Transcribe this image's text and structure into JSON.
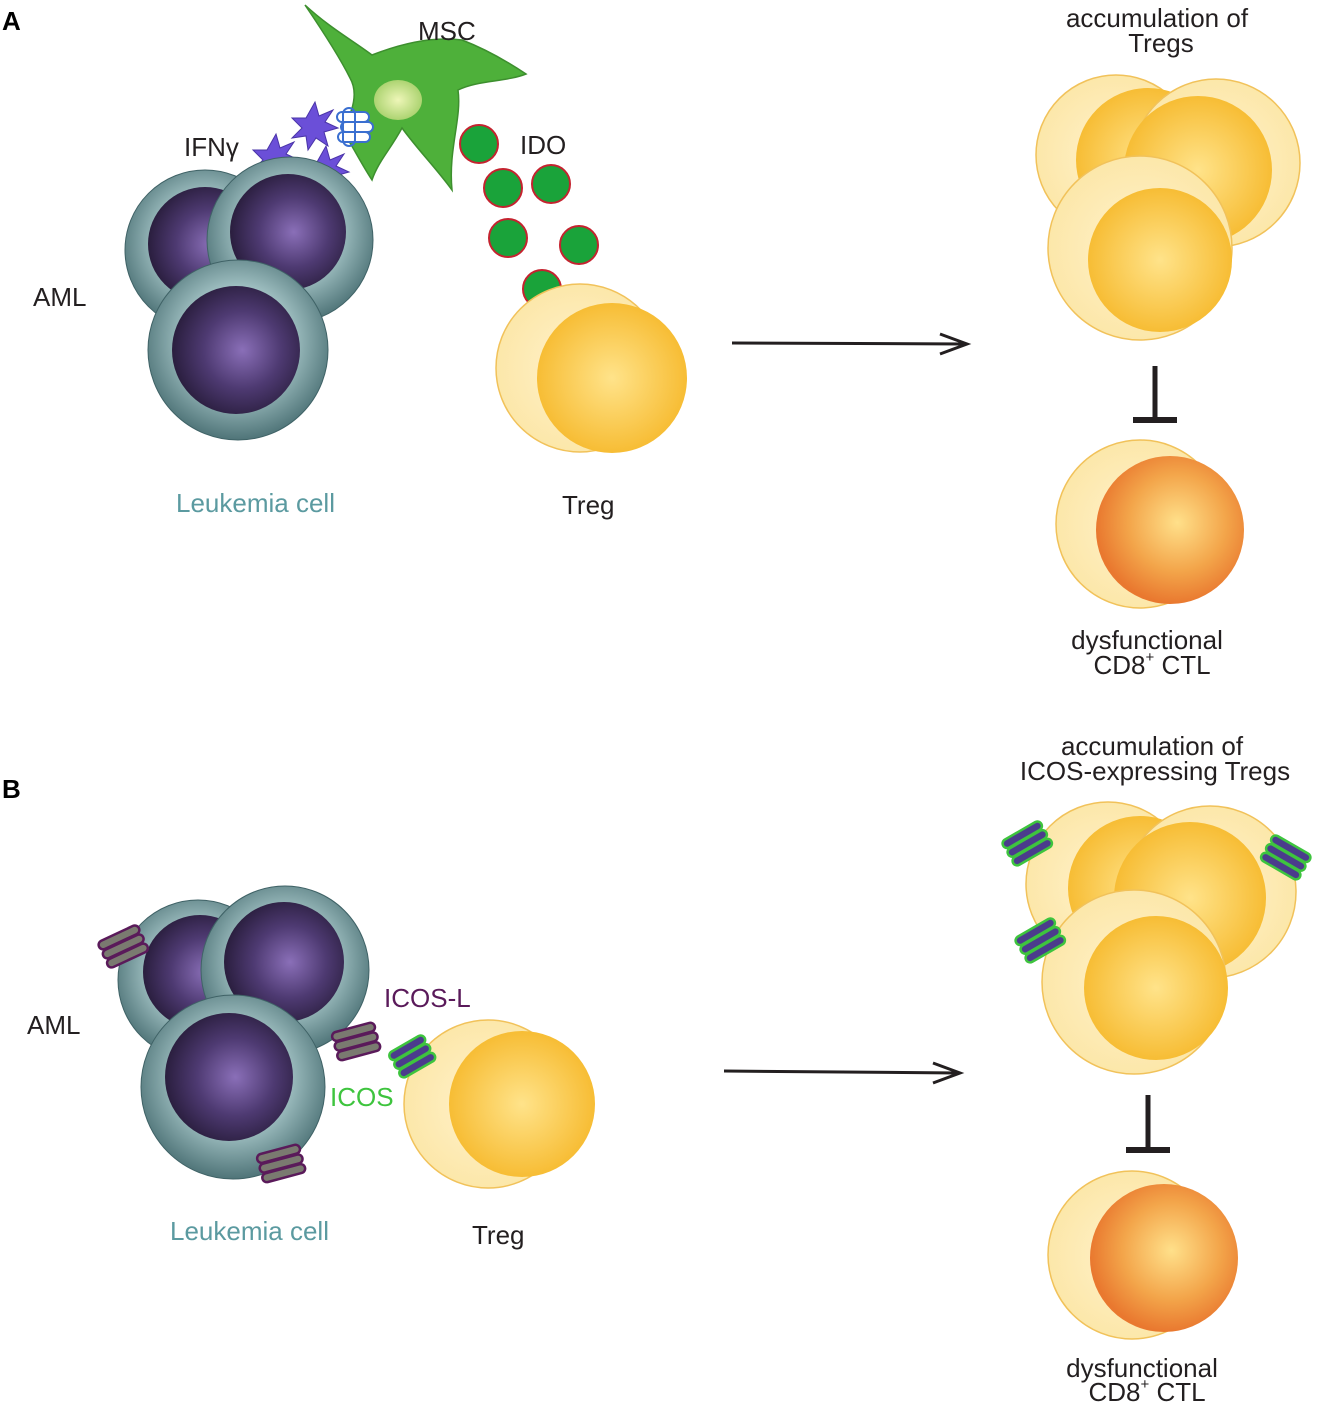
{
  "panel_a": {
    "letter": "A",
    "msc_label": "MSC",
    "ifn_label": "IFNγ",
    "ido_label": "IDO",
    "aml_label": "AML",
    "leukemia_label": "Leukemia cell",
    "treg_label": "Treg",
    "accumulation_line1": "accumulation of",
    "accumulation_line2": "Tregs",
    "ctl_line1": "dysfunctional",
    "ctl_cd8": "CD8",
    "ctl_plus": "+",
    "ctl_rest": " CTL"
  },
  "panel_b": {
    "letter": "B",
    "aml_label": "AML",
    "icosl_label": "ICOS-L",
    "icos_label": "ICOS",
    "leukemia_label": "Leukemia cell",
    "treg_label": "Treg",
    "accumulation_line1": "accumulation of",
    "accumulation_line2": "ICOS-expressing Tregs",
    "ctl_line1": "dysfunctional",
    "ctl_cd8": "CD8",
    "ctl_plus": "+",
    "ctl_rest": " CTL"
  },
  "colors": {
    "leukemia_label": "#5b9aa0",
    "icosl": "#5a1a5a",
    "icos": "#3ec43e",
    "msc": "#4eb03a",
    "ido": "#1aa33a",
    "ifn": "#6b4fd8",
    "treg": "#f7bf3a",
    "ctl": "#ee8a3c"
  }
}
